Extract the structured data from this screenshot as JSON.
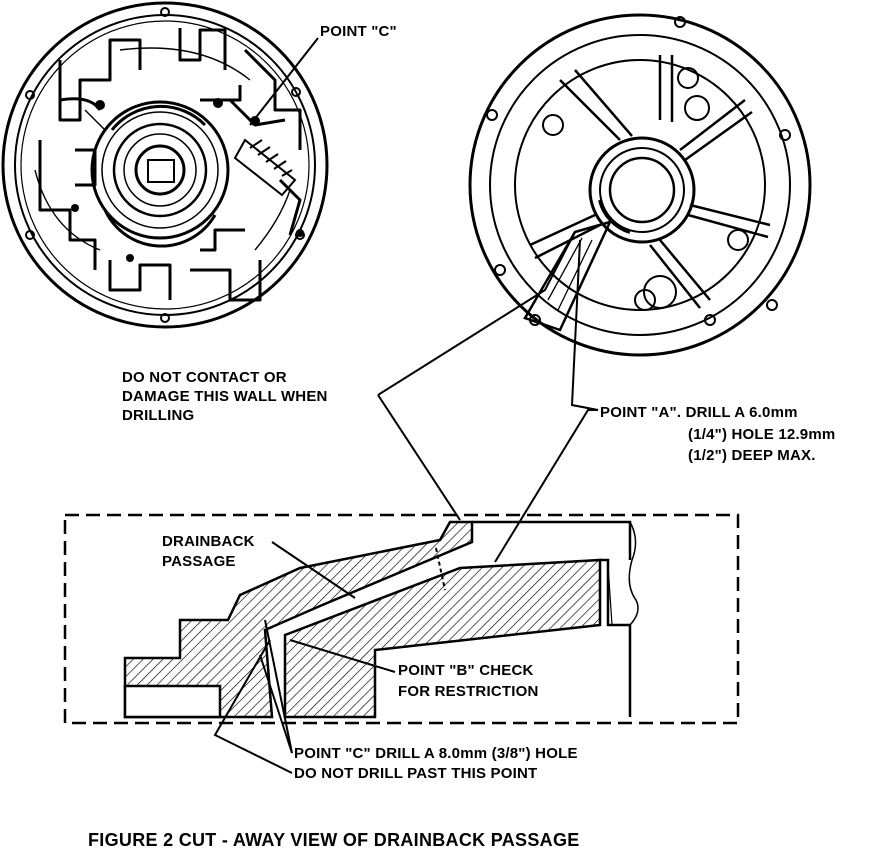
{
  "labels": {
    "point_c_top": "POINT \"C\"",
    "do_not_contact": [
      "DO NOT CONTACT OR",
      "DAMAGE THIS WALL WHEN",
      "DRILLING"
    ],
    "point_a": [
      "POINT \"A\". DRILL A 6.0mm",
      "(1/4\") HOLE 12.9mm",
      "(1/2\") DEEP MAX."
    ],
    "drainback": [
      "DRAINBACK",
      "PASSAGE"
    ],
    "point_b": [
      "POINT \"B\" CHECK",
      "FOR RESTRICTION"
    ],
    "point_c_bottom": [
      "POINT \"C\" DRILL A 8.0mm (3/8\") HOLE",
      "DO NOT DRILL PAST THIS POINT"
    ]
  },
  "caption": "FIGURE 2 CUT - AWAY VIEW OF DRAINBACK PASSAGE",
  "colors": {
    "ink": "#000000",
    "paper": "#ffffff"
  }
}
